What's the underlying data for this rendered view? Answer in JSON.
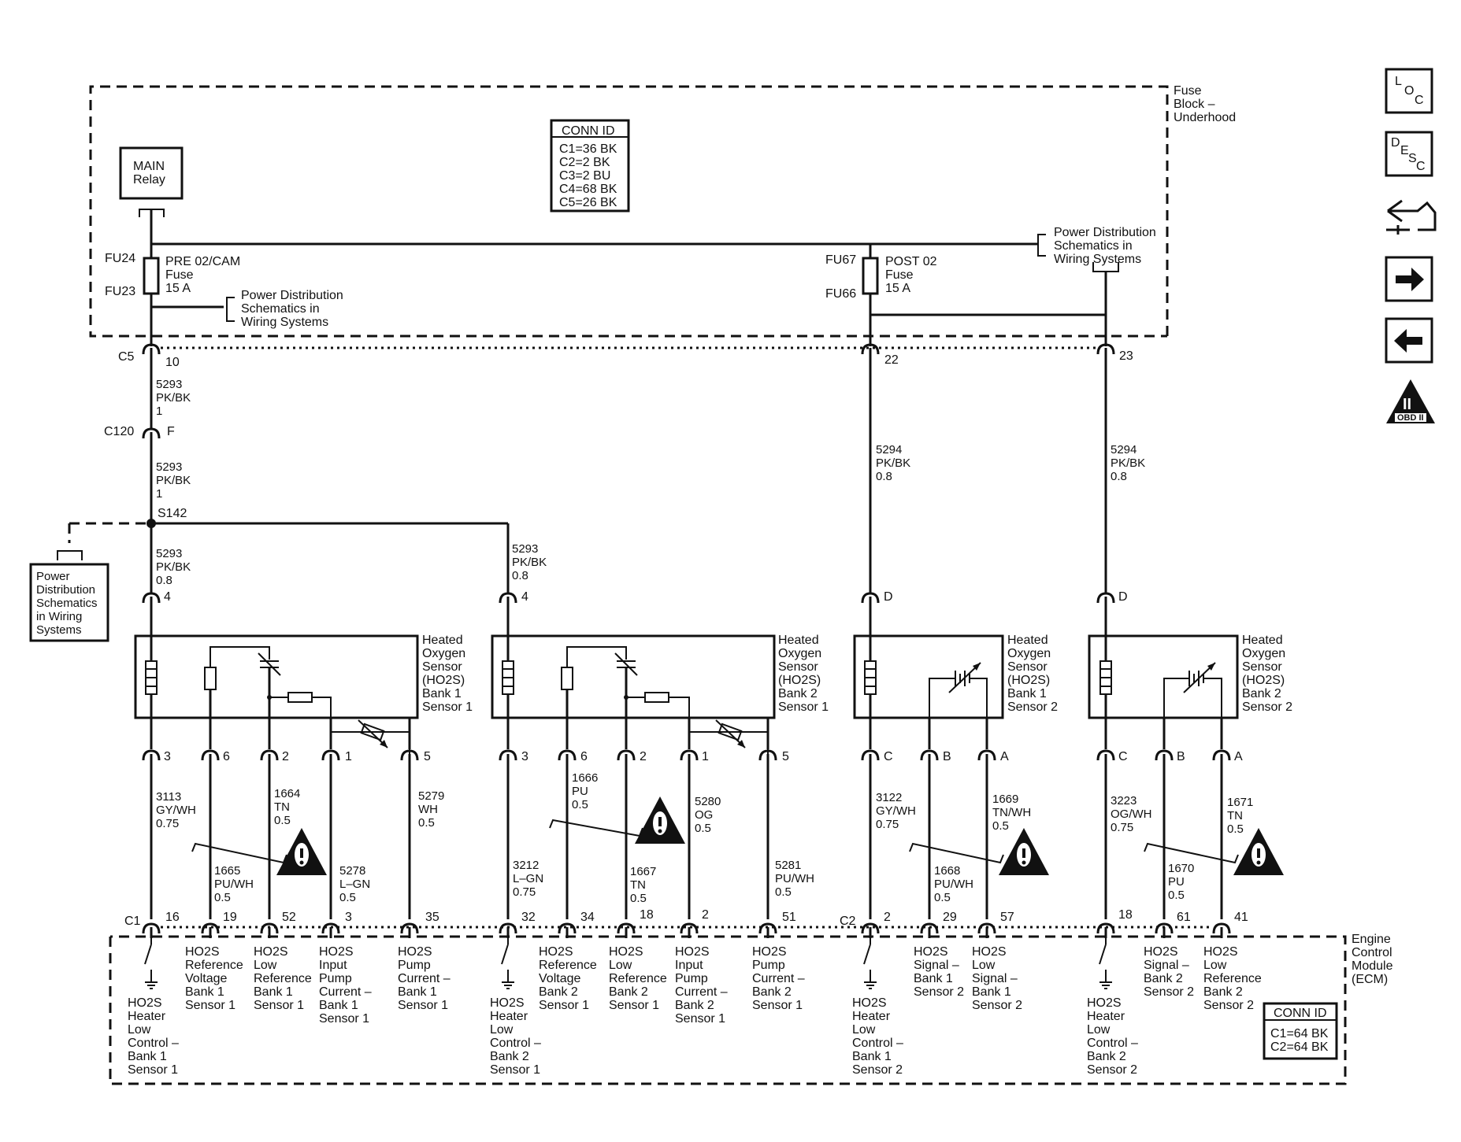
{
  "fuse_block": {
    "label": [
      "Fuse",
      "Block –",
      "Underhood"
    ]
  },
  "conn_id_top": {
    "title": "CONN ID",
    "lines": [
      "C1=36 BK",
      "C2=2 BK",
      "C3=2 BU",
      "C4=68 BK",
      "C5=26 BK"
    ]
  },
  "main_relay": {
    "label": [
      "MAIN",
      "Relay"
    ]
  },
  "fuse_left": {
    "top_pin": "FU24",
    "bottom_pin": "FU23",
    "label": [
      "PRE 02/CAM",
      "Fuse",
      "15 A"
    ]
  },
  "fuse_right": {
    "top_pin": "FU67",
    "bottom_pin": "FU66",
    "label": [
      "POST 02",
      "Fuse",
      "15 A"
    ]
  },
  "pd_ref_left": [
    "Power Distribution",
    "Schematics in",
    "Wiring Systems"
  ],
  "pd_ref_right": [
    "Power Distribution",
    "Schematics in",
    "Wiring Systems"
  ],
  "pd_ref_box": [
    "Power",
    "Distribution",
    "Schematics",
    "in Wiring",
    "Systems"
  ],
  "connectors": {
    "c5": {
      "name": "C5",
      "pins": [
        "10",
        "22",
        "23"
      ]
    },
    "c120": {
      "name": "C120",
      "pin": "F"
    },
    "c1": "C1",
    "c2": "C2"
  },
  "splice": "S142",
  "wires_top": {
    "w_c5_c120": [
      "5293",
      "PK/BK",
      "1"
    ],
    "w_c120_s142": [
      "5293",
      "PK/BK",
      "1"
    ],
    "w_s142_s1": [
      "5293",
      "PK/BK",
      "0.8"
    ],
    "w_s142_s2": [
      "5293",
      "PK/BK",
      "0.8"
    ],
    "w_22_s3": [
      "5294",
      "PK/BK",
      "0.8"
    ],
    "w_23_s4": [
      "5294",
      "PK/BK",
      "0.8"
    ]
  },
  "sensor_top_pins": {
    "s1": "4",
    "s2": "4",
    "s3": "D",
    "s4": "D"
  },
  "sensors": {
    "s1": {
      "label": [
        "Heated",
        "Oxygen",
        "Sensor",
        "(HO2S)",
        "Bank 1",
        "Sensor 1"
      ],
      "pins": [
        "3",
        "6",
        "2",
        "1",
        "5"
      ]
    },
    "s2": {
      "label": [
        "Heated",
        "Oxygen",
        "Sensor",
        "(HO2S)",
        "Bank 2",
        "Sensor 1"
      ],
      "pins": [
        "3",
        "6",
        "2",
        "1",
        "5"
      ]
    },
    "s3": {
      "label": [
        "Heated",
        "Oxygen",
        "Sensor",
        "(HO2S)",
        "Bank 1",
        "Sensor 2"
      ],
      "pins": [
        "C",
        "B",
        "A"
      ]
    },
    "s4": {
      "label": [
        "Heated",
        "Oxygen",
        "Sensor",
        "(HO2S)",
        "Bank 2",
        "Sensor 2"
      ],
      "pins": [
        "C",
        "B",
        "A"
      ]
    }
  },
  "wires_bottom": {
    "w3113": [
      "3113",
      "GY/WH",
      "0.75"
    ],
    "w1665": [
      "1665",
      "PU/WH",
      "0.5"
    ],
    "w1664": [
      "1664",
      "TN",
      "0.5"
    ],
    "w5278": [
      "5278",
      "L–GN",
      "0.5"
    ],
    "w5279": [
      "5279",
      "WH",
      "0.5"
    ],
    "w3212": [
      "3212",
      "L–GN",
      "0.75"
    ],
    "w1666": [
      "1666",
      "PU",
      "0.5"
    ],
    "w1667": [
      "1667",
      "TN",
      "0.5"
    ],
    "w5280": [
      "5280",
      "OG",
      "0.5"
    ],
    "w5281": [
      "5281",
      "PU/WH",
      "0.5"
    ],
    "w3122": [
      "3122",
      "GY/WH",
      "0.75"
    ],
    "w1668": [
      "1668",
      "PU/WH",
      "0.5"
    ],
    "w1669": [
      "1669",
      "TN/WH",
      "0.5"
    ],
    "w3223": [
      "3223",
      "OG/WH",
      "0.75"
    ],
    "w1670": [
      "1670",
      "PU",
      "0.5"
    ],
    "w1671": [
      "1671",
      "TN",
      "0.5"
    ]
  },
  "ecm_pins": [
    "16",
    "19",
    "52",
    "3",
    "35",
    "32",
    "34",
    "18",
    "2",
    "51",
    "2",
    "29",
    "57",
    "18",
    "61",
    "41"
  ],
  "ecm_labels": {
    "l1": [
      "HO2S",
      "Heater",
      "Low",
      "Control –",
      "Bank 1",
      "Sensor 1"
    ],
    "l2": [
      "HO2S",
      "Reference",
      "Voltage",
      "Bank 1",
      "Sensor 1"
    ],
    "l3": [
      "HO2S",
      "Low",
      "Reference",
      "Bank 1",
      "Sensor 1"
    ],
    "l4": [
      "HO2S",
      "Input",
      "Pump",
      "Current –",
      "Bank 1",
      "Sensor 1"
    ],
    "l5": [
      "HO2S",
      "Pump",
      "Current –",
      "Bank 1",
      "Sensor 1"
    ],
    "l6": [
      "HO2S",
      "Heater",
      "Low",
      "Control –",
      "Bank 2",
      "Sensor 1"
    ],
    "l7": [
      "HO2S",
      "Reference",
      "Voltage",
      "Bank 2",
      "Sensor 1"
    ],
    "l8": [
      "HO2S",
      "Low",
      "Reference",
      "Bank 2",
      "Sensor 1"
    ],
    "l9": [
      "HO2S",
      "Input",
      "Pump",
      "Current –",
      "Bank 2",
      "Sensor 1"
    ],
    "l10": [
      "HO2S",
      "Pump",
      "Current –",
      "Bank 2",
      "Sensor 1"
    ],
    "l11": [
      "HO2S",
      "Heater",
      "Low",
      "Control –",
      "Bank 1",
      "Sensor 2"
    ],
    "l12": [
      "HO2S",
      "Signal –",
      "Bank 1",
      "Sensor 2"
    ],
    "l13": [
      "HO2S",
      "Low",
      "Signal –",
      "Bank 1",
      "Sensor 2"
    ],
    "l14": [
      "HO2S",
      "Heater",
      "Low",
      "Control –",
      "Bank 2",
      "Sensor 2"
    ],
    "l15": [
      "HO2S",
      "Signal –",
      "Bank 2",
      "Sensor 2"
    ],
    "l16": [
      "HO2S",
      "Low",
      "Reference",
      "Bank 2",
      "Sensor 2"
    ]
  },
  "ecm": {
    "label": [
      "Engine",
      "Control",
      "Module",
      "(ECM)"
    ]
  },
  "conn_id_bottom": {
    "title": "CONN ID",
    "lines": [
      "C1=64 BK",
      "C2=64 BK"
    ]
  },
  "nav": {
    "loc": [
      "L",
      "O",
      "C"
    ],
    "desc": [
      "D",
      "E",
      "S",
      "C"
    ],
    "obd": "OBD II",
    "obd_numeral": "II"
  }
}
